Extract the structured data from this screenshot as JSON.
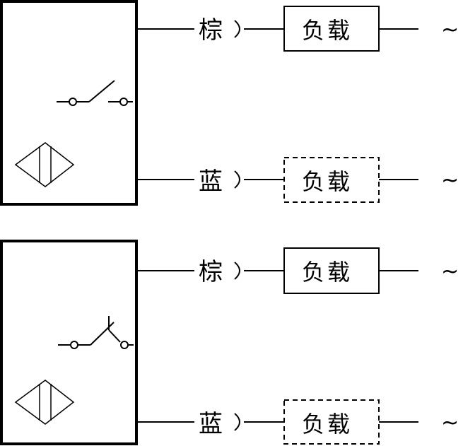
{
  "sensors": [
    {
      "id": "normally-open",
      "brown_label": "棕",
      "blue_label": "蓝",
      "load_top": "负载",
      "load_bottom": "负载",
      "ac_top": "~",
      "ac_bottom": "~"
    },
    {
      "id": "normally-closed",
      "brown_label": "棕",
      "blue_label": "蓝",
      "load_top": "负载",
      "load_bottom": "负载",
      "ac_top": "~",
      "ac_bottom": "~"
    }
  ]
}
